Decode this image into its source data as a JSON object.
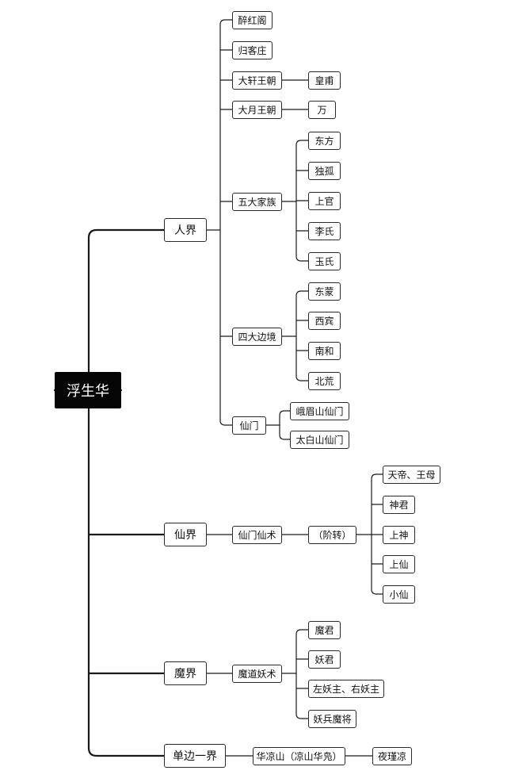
{
  "root": "浮生华",
  "realms": {
    "human": {
      "label": "人界",
      "zuihongge": "醉红阁",
      "guikezhuang": "归客庄",
      "daxuan": {
        "label": "大轩王朝",
        "child": "皇甫"
      },
      "dayue": {
        "label": "大月王朝",
        "child": "万"
      },
      "wuda": {
        "label": "五大家族",
        "children": [
          "东方",
          "独孤",
          "上官",
          "李氏",
          "玉氏"
        ]
      },
      "sida": {
        "label": "四大边境",
        "children": [
          "东蒙",
          "西宾",
          "南和",
          "北荒"
        ]
      },
      "xianmen": {
        "label": "仙门",
        "children": [
          "峨眉山仙门",
          "太白山仙门"
        ]
      }
    },
    "immortal": {
      "label": "仙界",
      "art": "仙门仙术",
      "rank": "（阶转）",
      "children": [
        "天帝、王母",
        "神君",
        "上神",
        "上仙",
        "小仙"
      ]
    },
    "demon": {
      "label": "魔界",
      "art": "魔道妖术",
      "children": [
        "魔君",
        "妖君",
        "左妖主、右妖主",
        "妖兵魔将"
      ]
    },
    "border": {
      "label": "单边一界",
      "place": "华凉山（凉山华凫）",
      "child": "夜瑾凉"
    }
  }
}
